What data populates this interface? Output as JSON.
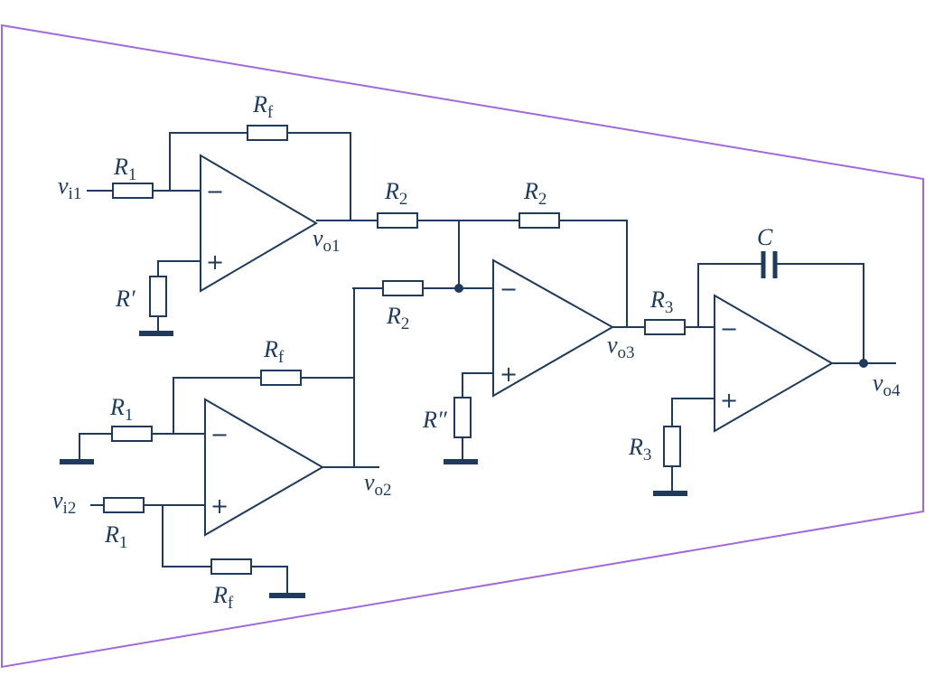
{
  "colors": {
    "ink": "#1f3a5a",
    "frame": "#a06ad8",
    "background": "#ffffff"
  },
  "labels": {
    "rf_top": {
      "main": "R",
      "sub": "f"
    },
    "r1_top": {
      "main": "R",
      "sub": "1"
    },
    "vi1": {
      "main": "v",
      "sub": "i1"
    },
    "rprime": {
      "main": "R′",
      "sub": ""
    },
    "vo1": {
      "main": "v",
      "sub": "o1"
    },
    "r2_a": {
      "main": "R",
      "sub": "2"
    },
    "r2_b": {
      "main": "R",
      "sub": "2"
    },
    "r2_c": {
      "main": "R",
      "sub": "2"
    },
    "rdprime": {
      "main": "R″",
      "sub": ""
    },
    "vo3": {
      "main": "v",
      "sub": "o3"
    },
    "r3_a": {
      "main": "R",
      "sub": "3"
    },
    "r3_b": {
      "main": "R",
      "sub": "3"
    },
    "c": {
      "main": "C",
      "sub": ""
    },
    "vo4": {
      "main": "v",
      "sub": "o4"
    },
    "rf_mid": {
      "main": "R",
      "sub": "f"
    },
    "r1_mid": {
      "main": "R",
      "sub": "1"
    },
    "vo2": {
      "main": "v",
      "sub": "o2"
    },
    "vi2": {
      "main": "v",
      "sub": "i2"
    },
    "r1_bot": {
      "main": "R",
      "sub": "1"
    },
    "rf_bot": {
      "main": "R",
      "sub": "f"
    }
  },
  "signs": {
    "minus": "−",
    "plus": "+"
  }
}
